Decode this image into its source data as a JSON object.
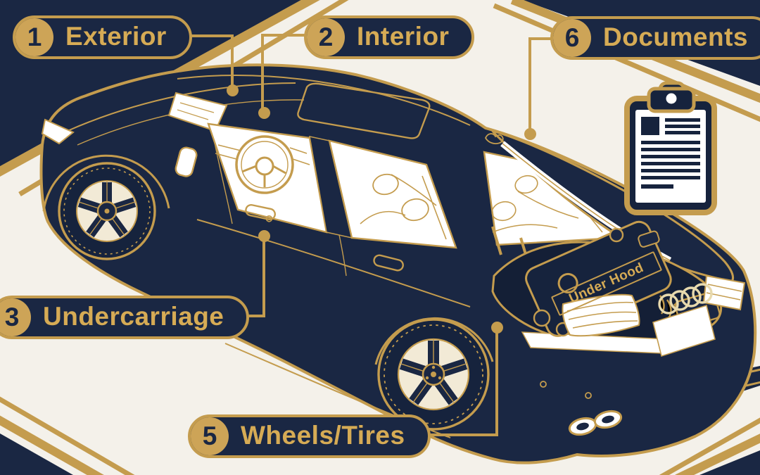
{
  "palette": {
    "navy": "#1a2743",
    "navy_deep": "#141f36",
    "gold": "#c49c4e",
    "gold_bright": "#d6ab55",
    "paper": "#f4f1ea",
    "white": "#ffffff"
  },
  "callouts": [
    {
      "id": "exterior",
      "number": "1",
      "label": "Exterior"
    },
    {
      "id": "interior",
      "number": "2",
      "label": "Interior"
    },
    {
      "id": "undercarriage",
      "number": "3",
      "label": "Undercarriage"
    },
    {
      "id": "wheels-tires",
      "number": "5",
      "label": "Wheels/Tires"
    },
    {
      "id": "documents",
      "number": "6",
      "label": "Documents"
    }
  ],
  "engine": {
    "label": "Under Hood"
  },
  "icons": {
    "documents": "clipboard-icon"
  }
}
